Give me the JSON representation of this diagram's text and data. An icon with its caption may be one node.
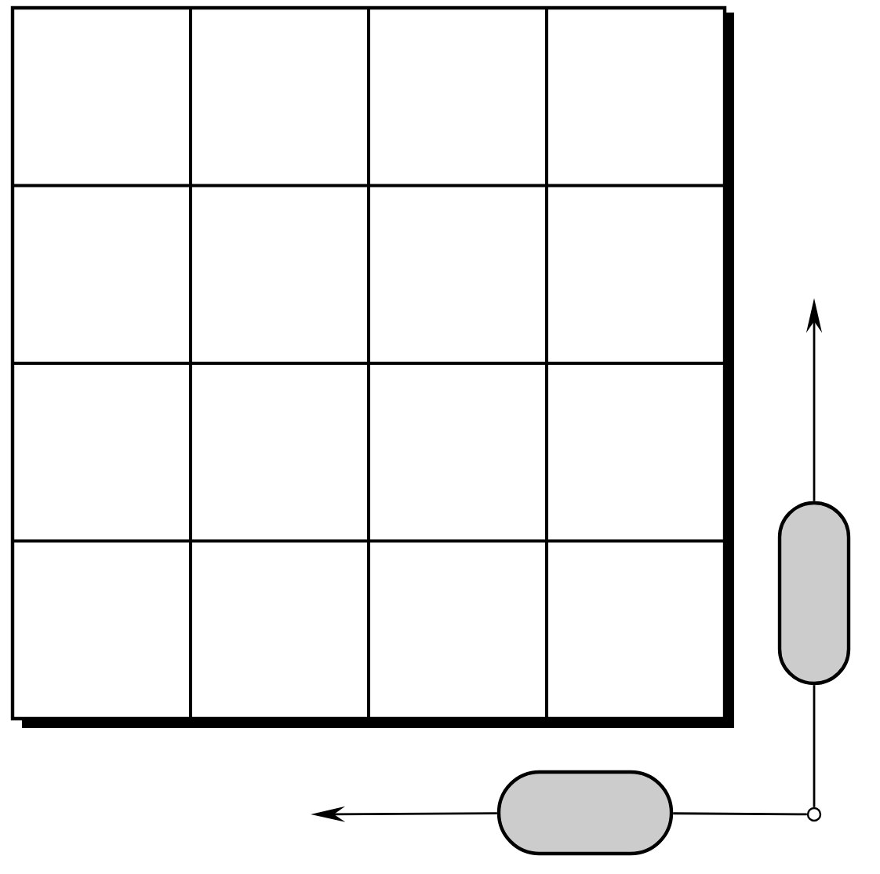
{
  "diagram": {
    "nodes": [
      {
        "text": [],
        "shape": "box"
      },
      {
        "text": [],
        "shape": "capsule"
      },
      {
        "text": [],
        "shape": "capsule"
      },
      {
        "text": [],
        "shape": "circle"
      }
    ],
    "edges": [
      {
        "from": 3,
        "to": 1,
        "arrow": "none"
      },
      {
        "from": 1,
        "to": null,
        "arrow": "to"
      },
      {
        "from": 3,
        "to": 2,
        "arrow": "none"
      },
      {
        "from": 2,
        "to": null,
        "arrow": "to"
      }
    ]
  }
}
